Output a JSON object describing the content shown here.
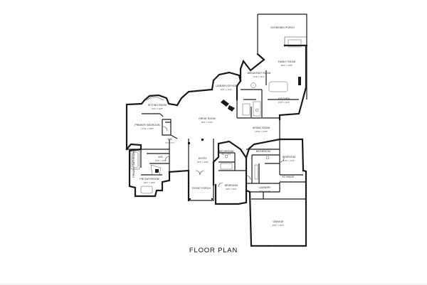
{
  "title": "FLOOR PLAN",
  "rooms": [
    {
      "name": "SCREENED PORCH",
      "dims": ""
    },
    {
      "name": "FAMILY ROOM",
      "dims": "20'0\" x 15'6\""
    },
    {
      "name": "BREAKFAST ROOM",
      "dims": "11'9\" x 11'2\""
    },
    {
      "name": "LIBRARY/OFFICE",
      "dims": "10'1\" x 11'6\""
    },
    {
      "name": "KITCHEN",
      "dims": "14'9\" x 11'0\""
    },
    {
      "name": "SITTING ROOM",
      "dims": "13'4\" x 10'0\""
    },
    {
      "name": "GREAT ROOM",
      "dims": "22'0\" x 21'0\""
    },
    {
      "name": "PRIMARY BEDROOM",
      "dims": "17'11\" x 18'9\""
    },
    {
      "name": "DINING ROOM",
      "dims": "14'10\" x 13'8\""
    },
    {
      "name": "WIC",
      "dims": "6'7\" x 5'7\""
    },
    {
      "name": "ENTRY",
      "dims": "10'3\" x 13'0\""
    },
    {
      "name": "BATHROOM",
      "dims": "8'5\" x 6'0\""
    },
    {
      "name": "BEDROOM",
      "dims": "14'2\" x 14'4\""
    },
    {
      "name": "WIC",
      "dims": "12'0\" x 11'9\""
    },
    {
      "name": "PRIMARY BATHROOM",
      "dims": ""
    },
    {
      "name": "BATHROOM",
      "dims": ""
    },
    {
      "name": "BEDROOM",
      "dims": "12'8\" x 11'0\""
    },
    {
      "name": "LAUNDRY",
      "dims": "10'1\" x 11'4\""
    },
    {
      "name": "STORAGE",
      "dims": ""
    },
    {
      "name": "PRI BATHROOM",
      "dims": "16'0\" x 10'0\""
    },
    {
      "name": "FRONT PORCH",
      "dims": ""
    },
    {
      "name": "GARAGE",
      "dims": "20'3\" x 19'7\""
    }
  ]
}
